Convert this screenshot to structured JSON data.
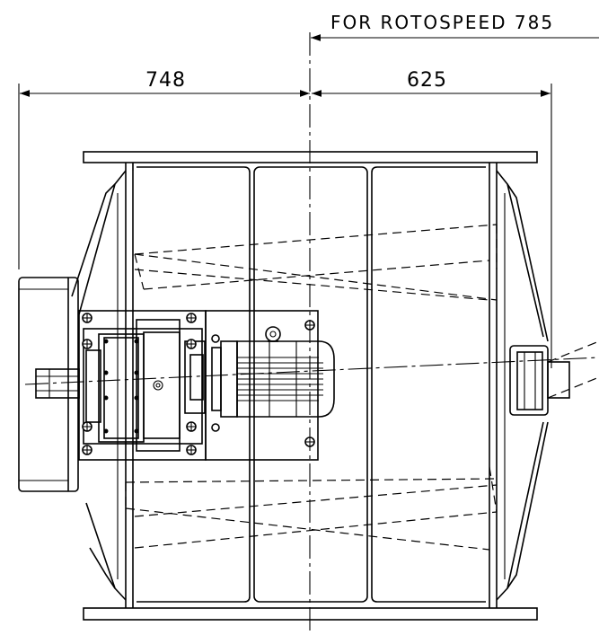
{
  "drawing": {
    "header_note": "FOR ROTOSPEED 785",
    "dimension_left": "748",
    "dimension_right": "625"
  }
}
